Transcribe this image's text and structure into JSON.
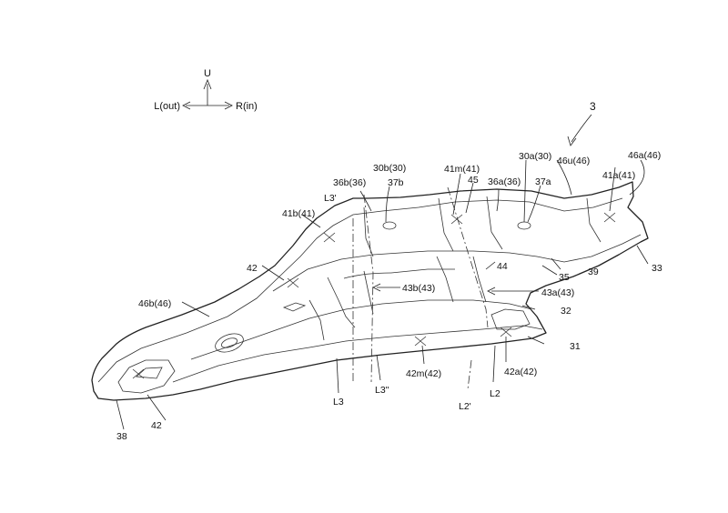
{
  "axes": {
    "up": "U",
    "left": "L(out)",
    "right": "R(in)"
  },
  "figure_number": "3",
  "labels": {
    "l30b": "30b(30)",
    "l37b": "37b",
    "l36b": "36b(36)",
    "l41m": "41m(41)",
    "l45": "45",
    "l36a": "36a(36)",
    "l30a": "30a(30)",
    "l37a": "37a",
    "l46u": "46u(46)",
    "l46a": "46a(46)",
    "l41a": "41a(41)",
    "l41b": "41b(41)",
    "l3p": "L3'",
    "l42t": "42",
    "l44": "44",
    "l35": "35",
    "l39": "39",
    "l33": "33",
    "l43b": "43b(43)",
    "l43a": "43a(43)",
    "l32": "32",
    "l46b": "46b(46)",
    "l31": "31",
    "l42m": "42m(42)",
    "l42a": "42a(42)",
    "lL3": "L3",
    "lL3pp": "L3''",
    "lL2": "L2",
    "lL2p": "L2'",
    "l42b": "42",
    "l38": "38"
  }
}
